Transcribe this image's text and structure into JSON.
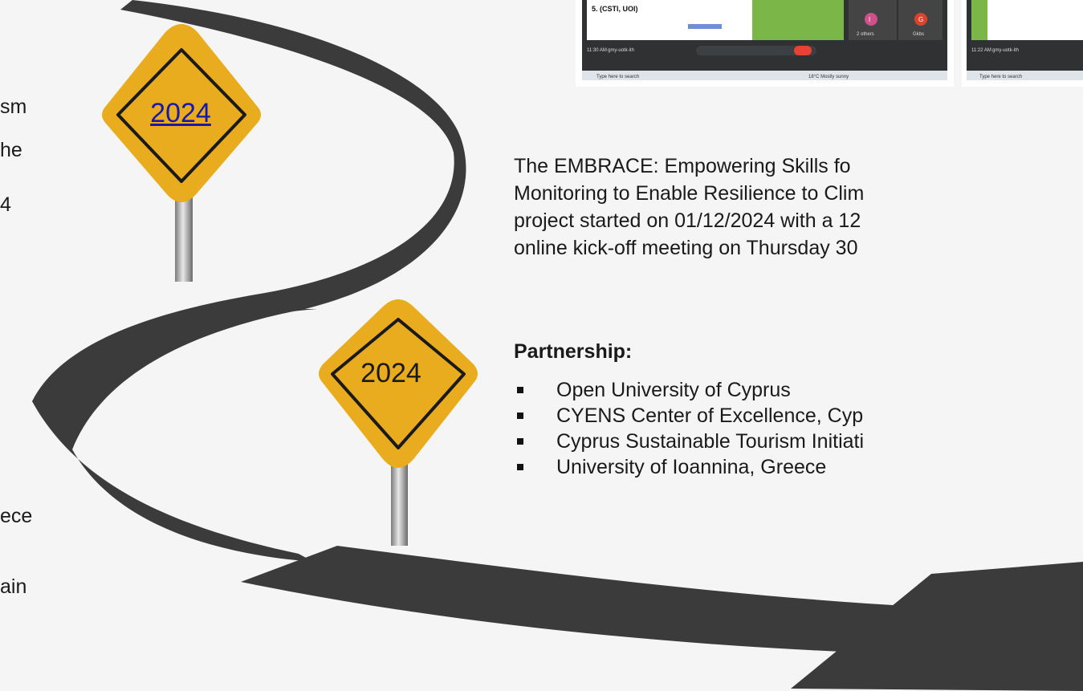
{
  "left_fragments": [
    "sm",
    "he",
    "4",
    "ece",
    "ain"
  ],
  "signs": [
    {
      "year": "2024",
      "is_link": true
    },
    {
      "year": "2024",
      "is_link": false
    }
  ],
  "description_lines": [
    "The EMBRACE: Empowering Skills fo",
    "Monitoring to Enable Resilience to Clim",
    "project started on 01/12/2024 with a 12",
    "online kick-off meeting on Thursday 30"
  ],
  "partnership": {
    "title": "Partnership:",
    "partners": [
      "Open University of Cyprus",
      "CYENS Center of Excellence, Cyp",
      "Cyprus Sustainable Tourism Initiati",
      "University of Ioannina, Greece"
    ]
  },
  "meeting_screenshots": {
    "slide_text": "5. (CSTI, UOI)",
    "participants_label": "2 others",
    "participant_initials": [
      "I",
      "G"
    ],
    "guest_label": "Gkbs",
    "clock_left": "11:30 AM",
    "clock_right": "11:22 AM",
    "meeting_code": "gmy-uotk-ith",
    "search_placeholder": "Type here to search",
    "weather_text": "18°C Mostly sunny"
  },
  "colors": {
    "road": "#3b3b3b",
    "sign_fill": "#e9ac1e",
    "sign_border": "#1a1a1a",
    "background": "#f5f5f5",
    "link": "#1a1aa8"
  },
  "icons": [
    "road-graphic",
    "road-sign",
    "sign-post",
    "arrow-head",
    "bullet-square"
  ]
}
